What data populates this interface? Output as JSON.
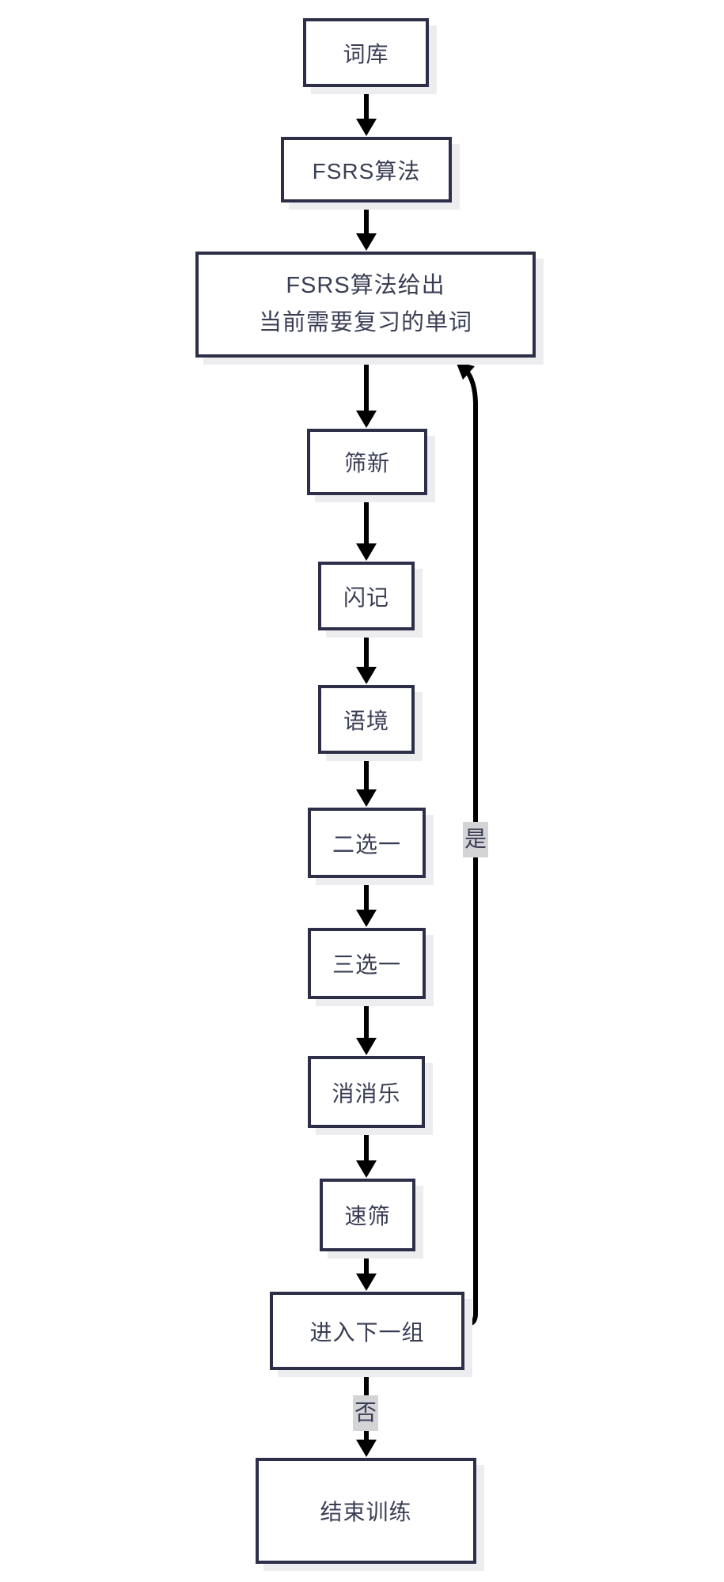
{
  "diagram": {
    "nodes": [
      {
        "id": "word-bank",
        "label": "词库"
      },
      {
        "id": "fsrs-algorithm",
        "label": "FSRS算法"
      },
      {
        "id": "fsrs-review-output",
        "label": "FSRS算法给出\n当前需要复习的单词"
      },
      {
        "id": "sift-new",
        "label": "筛新"
      },
      {
        "id": "flash-recall",
        "label": "闪记"
      },
      {
        "id": "context",
        "label": "语境"
      },
      {
        "id": "pick-one-of-two",
        "label": "二选一"
      },
      {
        "id": "pick-one-of-three",
        "label": "三选一"
      },
      {
        "id": "match-elimination",
        "label": "消消乐"
      },
      {
        "id": "quick-sift",
        "label": "速筛"
      },
      {
        "id": "next-group",
        "label": "进入下一组"
      },
      {
        "id": "end-training",
        "label": "结束训练"
      }
    ],
    "edge_labels": {
      "yes": "是",
      "no": "否"
    },
    "colors": {
      "box_border": "#2c2f47",
      "box_fill": "#ffffff",
      "text": "#3a3e55",
      "arrow": "#000000",
      "edge_label_bg": "#d4d4d6",
      "shadow": "#ededf0",
      "canvas_bg": "#ffffff"
    }
  }
}
